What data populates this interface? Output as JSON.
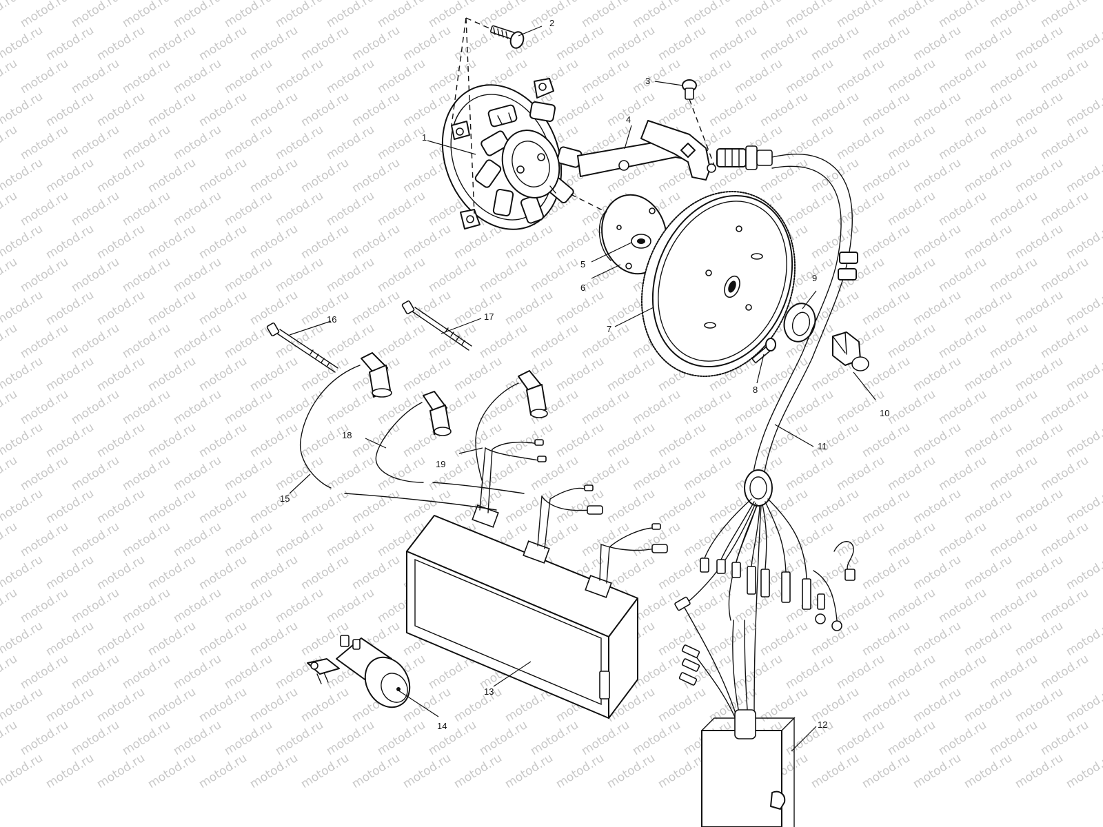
{
  "watermark": "motod.ru",
  "callouts": [
    {
      "id": "1",
      "text": "1"
    },
    {
      "id": "2",
      "text": "2"
    },
    {
      "id": "3",
      "text": "3"
    },
    {
      "id": "4",
      "text": "4"
    },
    {
      "id": "5",
      "text": "5"
    },
    {
      "id": "6",
      "text": "6"
    },
    {
      "id": "7",
      "text": "7"
    },
    {
      "id": "8",
      "text": "8"
    },
    {
      "id": "9",
      "text": "9"
    },
    {
      "id": "10",
      "text": "10"
    },
    {
      "id": "11",
      "text": "11"
    },
    {
      "id": "12",
      "text": "12"
    },
    {
      "id": "13",
      "text": "13"
    },
    {
      "id": "14",
      "text": "14"
    },
    {
      "id": "15",
      "text": "15"
    },
    {
      "id": "16",
      "text": "16"
    },
    {
      "id": "17",
      "text": "17"
    },
    {
      "id": "18",
      "text": "18"
    },
    {
      "id": "19",
      "text": "19"
    }
  ]
}
